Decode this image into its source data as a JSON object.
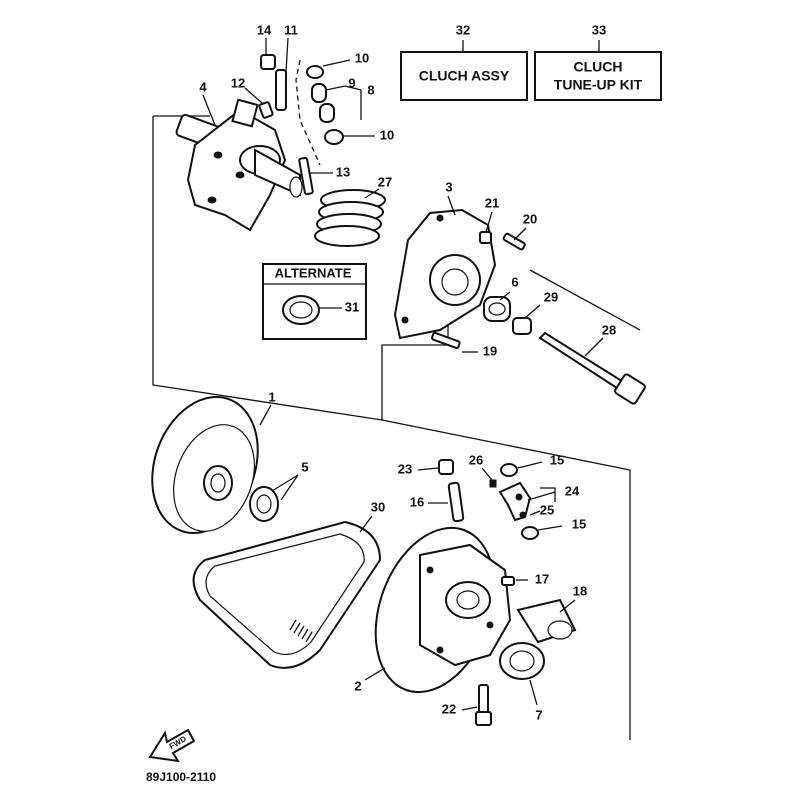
{
  "boxes": {
    "clutch_assy": {
      "number": "32",
      "label": "CLUCH ASSY"
    },
    "tune_up_kit": {
      "number": "33",
      "line1": "CLUCH",
      "line2": "TUNE-UP KIT"
    },
    "alternate": {
      "label": "ALTERNATE"
    }
  },
  "callouts": {
    "c1": "1",
    "c2": "2",
    "c3": "3",
    "c4": "4",
    "c5": "5",
    "c6": "6",
    "c7": "7",
    "c8": "8",
    "c9": "9",
    "c10a": "10",
    "c10b": "10",
    "c11": "11",
    "c12": "12",
    "c13": "13",
    "c14": "14",
    "c15a": "15",
    "c15b": "15",
    "c16": "16",
    "c17": "17",
    "c18": "18",
    "c19": "19",
    "c20": "20",
    "c21": "21",
    "c22": "22",
    "c23": "23",
    "c24": "24",
    "c25": "25",
    "c26": "26",
    "c27": "27",
    "c28": "28",
    "c29": "29",
    "c30": "30",
    "c31": "31"
  },
  "forward_label": "FWD",
  "reference_code": "89J100-2110"
}
